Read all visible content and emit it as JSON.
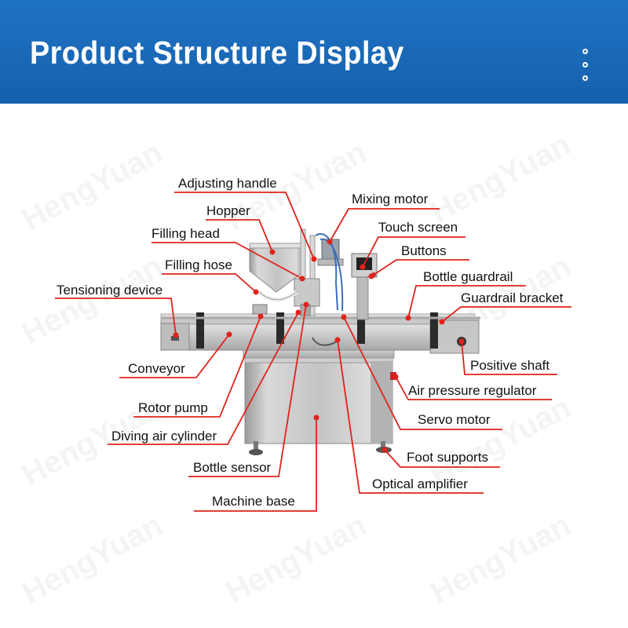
{
  "header": {
    "title": "Product Structure Display",
    "bg_color": "#1a68b7",
    "menu_icon": "vertical-dots-icon"
  },
  "watermark": "HengYuan",
  "callout_color": "#e0231b",
  "labels": {
    "adjusting_handle": "Adjusting handle",
    "hopper": "Hopper",
    "filling_head": "Filling head",
    "filling_hose": "Filling hose",
    "tensioning_device": "Tensioning device",
    "conveyor": "Conveyor",
    "rotor_pump": "Rotor pump",
    "diving_air_cylinder": "Diving air cylinder",
    "bottle_sensor": "Bottle sensor",
    "machine_base": "Machine base",
    "mixing_motor": "Mixing motor",
    "touch_screen": "Touch screen",
    "buttons": "Buttons",
    "bottle_guardrail": "Bottle guardrail",
    "guardrail_bracket": "Guardrail bracket",
    "positive_shaft": "Positive shaft",
    "air_pressure_regulator": "Air pressure regulator",
    "servo_motor": "Servo motor",
    "foot_supports": "Foot supports",
    "optical_amplifier": "Optical amplifier"
  }
}
